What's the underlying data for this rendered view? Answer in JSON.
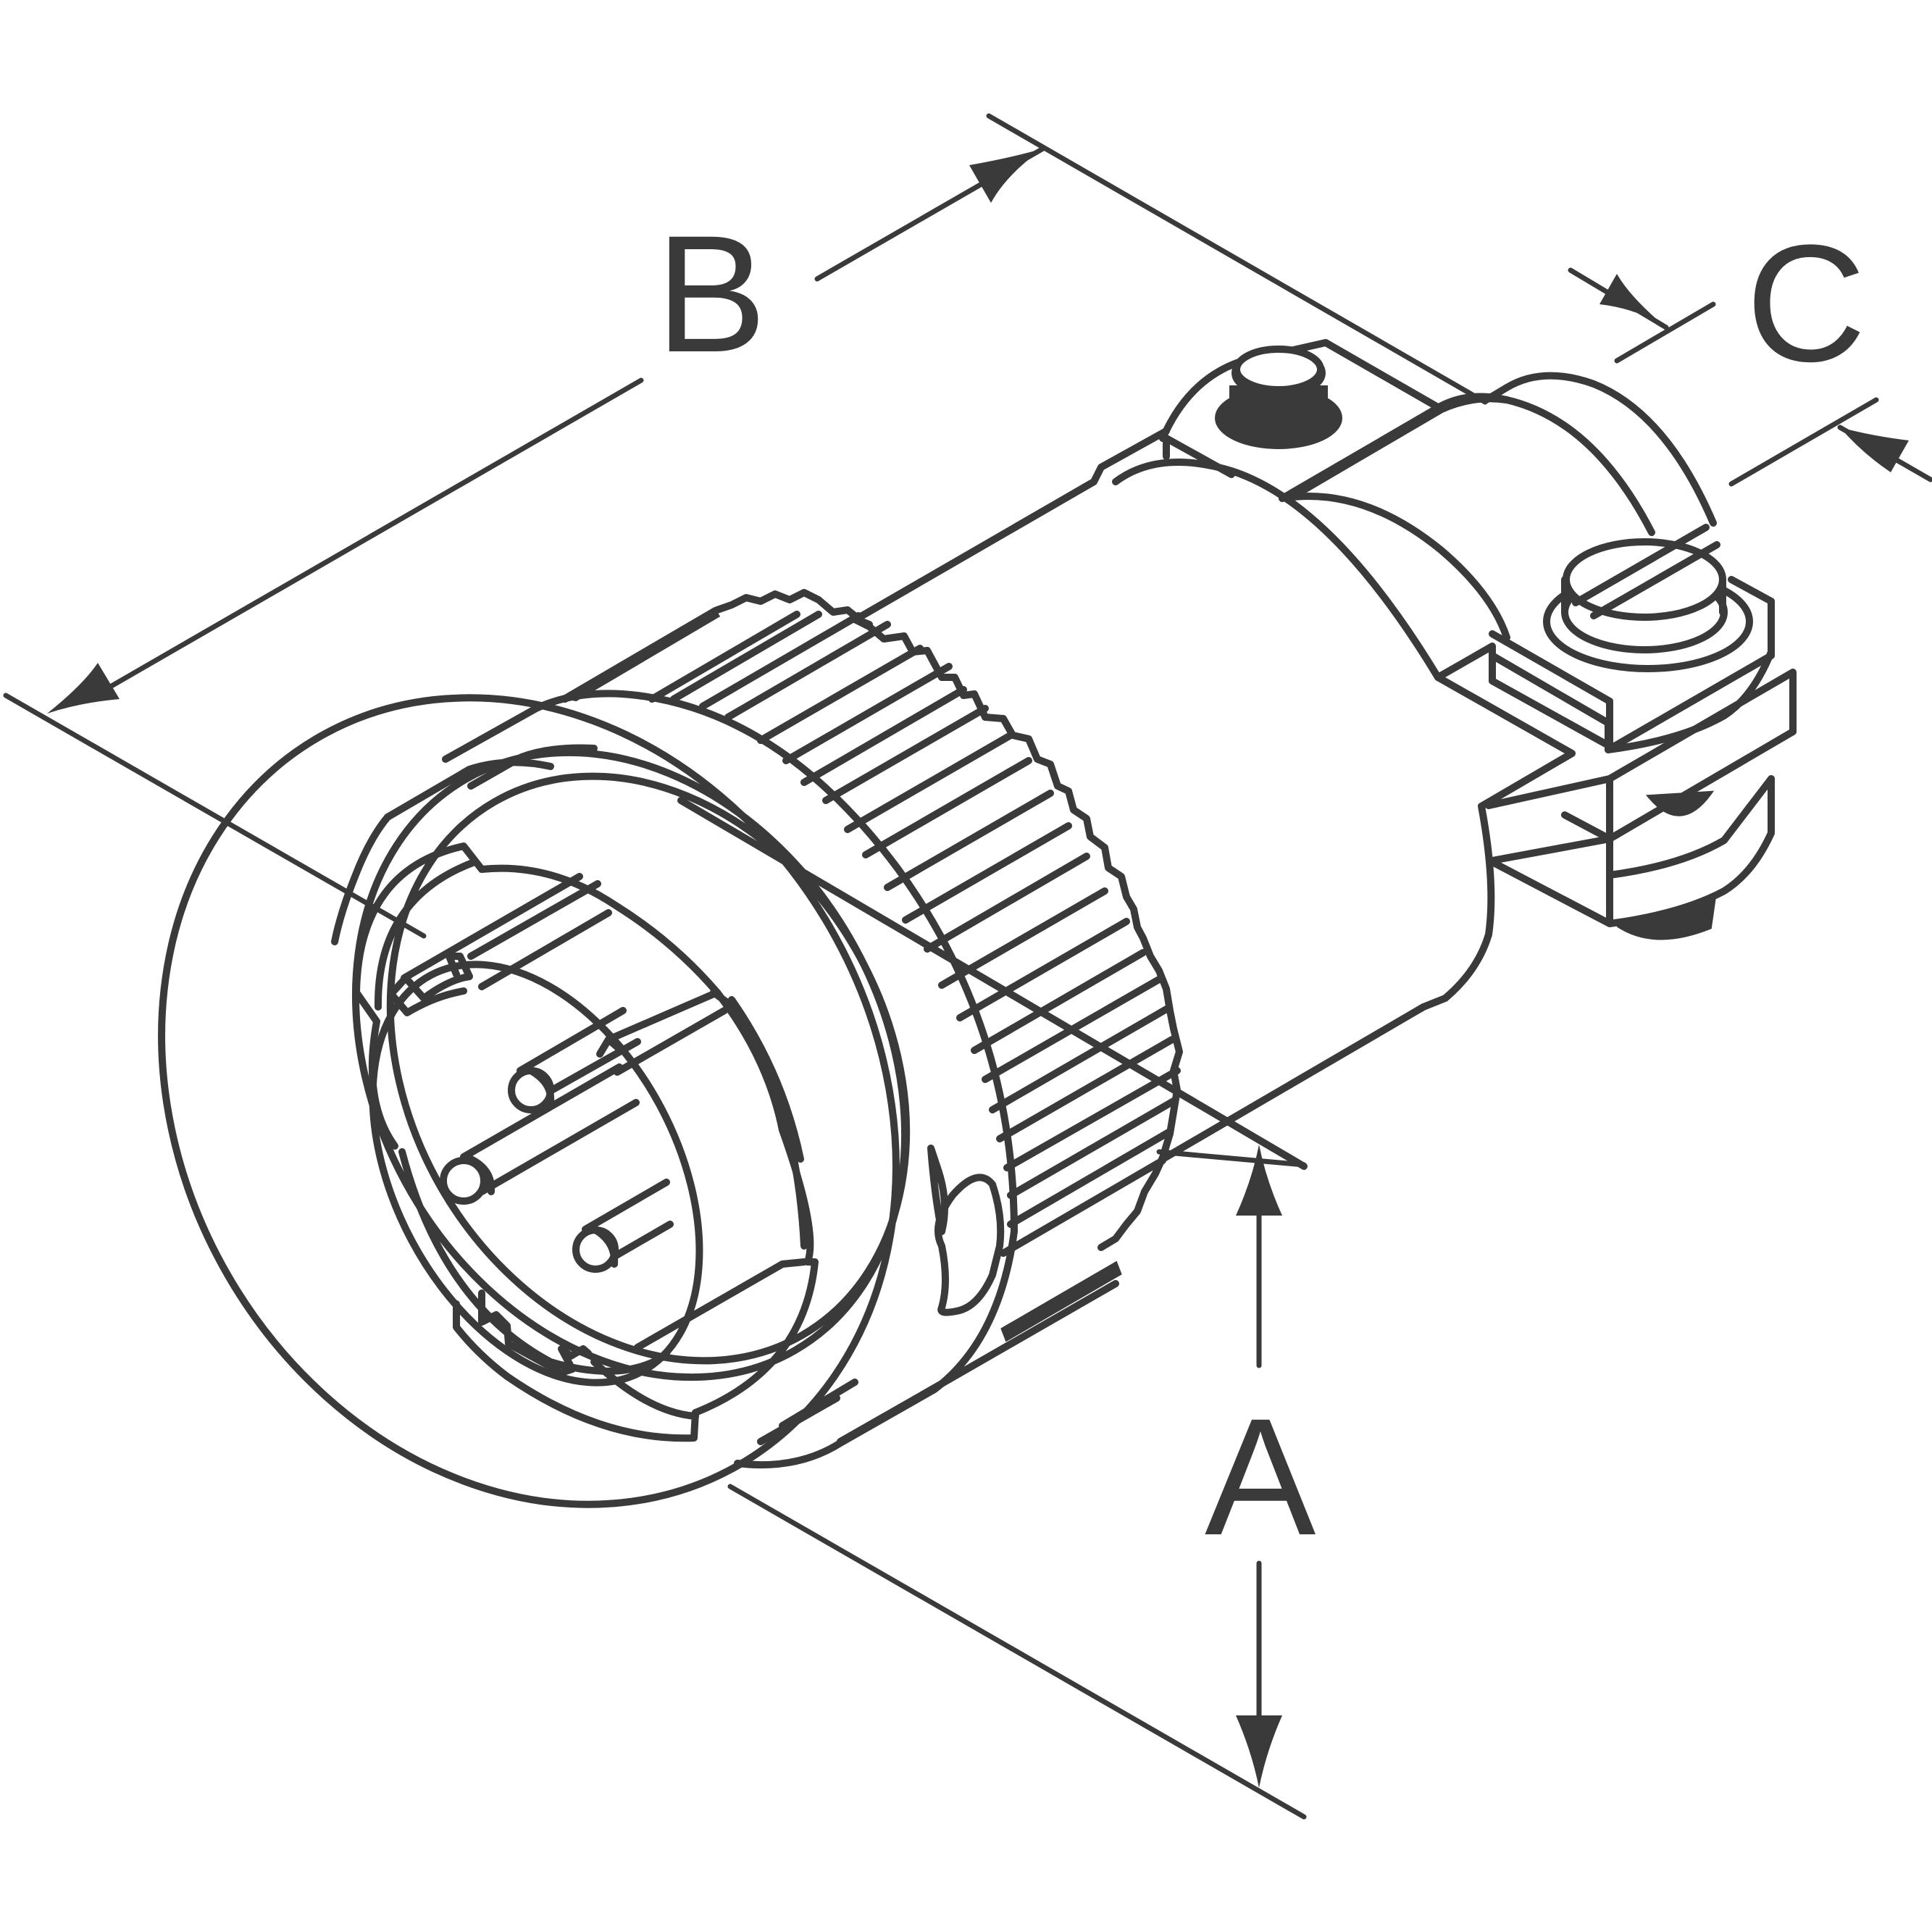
{
  "labels": {
    "a": "A",
    "b": "B",
    "c": "C"
  },
  "colors": {
    "line": "#3a3a3a",
    "background": "#ffffff"
  }
}
